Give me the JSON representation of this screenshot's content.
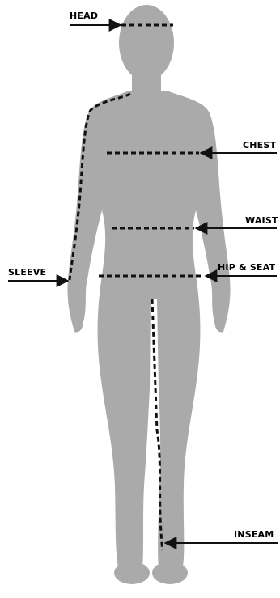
{
  "colors": {
    "figure": "#aaaaaa",
    "line": "#111111",
    "background": "#ffffff"
  },
  "labels": {
    "head": "HEAD",
    "chest": "CHEST",
    "waist": "WAIST",
    "sleeve": "SLEEVE",
    "hip_seat": "HIP & SEAT",
    "inseam": "INSEAM"
  }
}
